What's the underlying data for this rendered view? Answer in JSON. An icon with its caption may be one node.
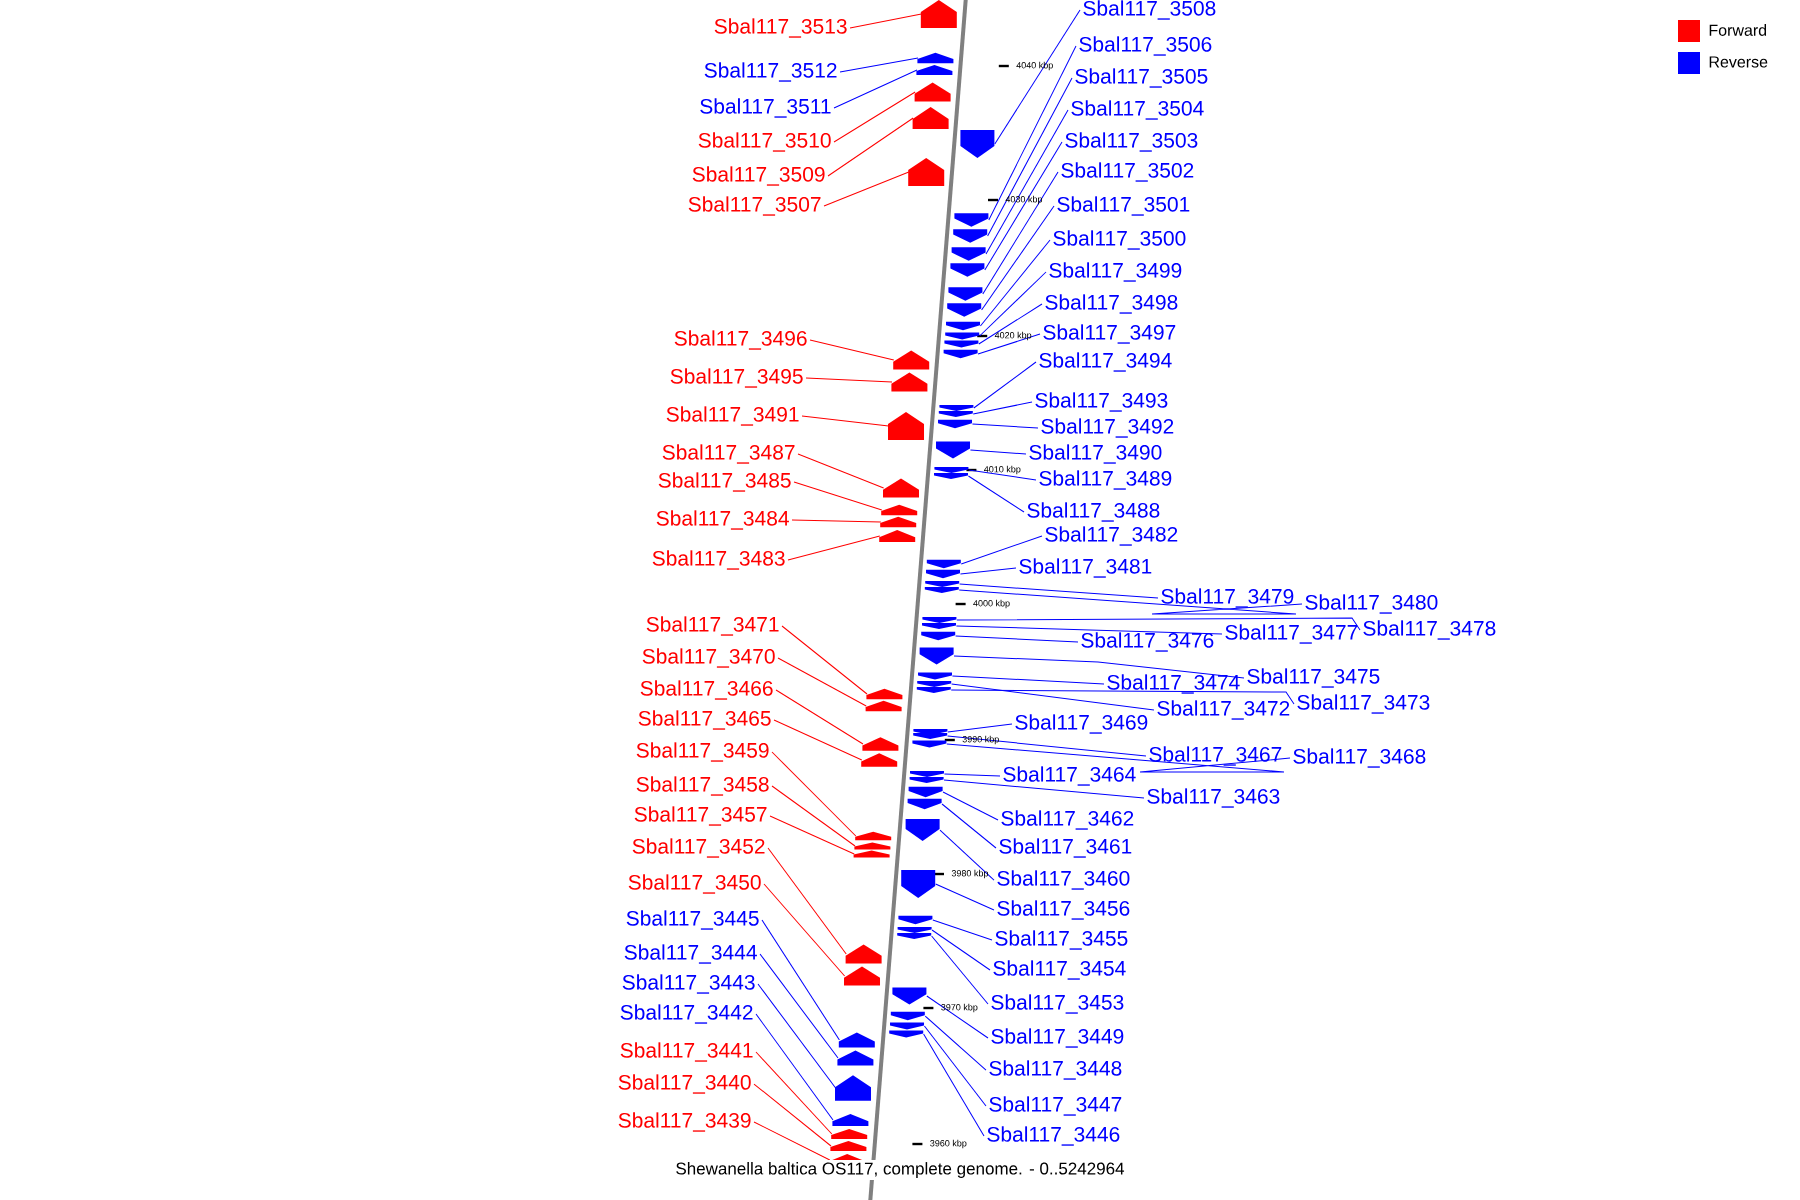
{
  "diagram": {
    "caption": "Shewanella baltica OS117, complete genome. - 0..5242964",
    "nodes": [
      {
        "text": [
          "Sbal117_3513"
        ]
      },
      {
        "text": [
          "Sbal117_3512"
        ]
      },
      {
        "text": [
          "Sbal117_3511"
        ]
      },
      {
        "text": [
          "Sbal117_3510"
        ]
      },
      {
        "text": [
          "Sbal117_3509"
        ]
      },
      {
        "text": [
          "Sbal117_3507"
        ]
      },
      {
        "text": [
          "Sbal117_3496"
        ]
      },
      {
        "text": [
          "Sbal117_3495"
        ]
      },
      {
        "text": [
          "Sbal117_3491"
        ]
      },
      {
        "text": [
          "Sbal117_3487"
        ]
      },
      {
        "text": [
          "Sbal117_3485"
        ]
      },
      {
        "text": [
          "Sbal117_3484"
        ]
      },
      {
        "text": [
          "Sbal117_3483"
        ]
      },
      {
        "text": [
          "Sbal117_3471"
        ]
      },
      {
        "text": [
          "Sbal117_3470"
        ]
      },
      {
        "text": [
          "Sbal117_3466"
        ]
      },
      {
        "text": [
          "Sbal117_3465"
        ]
      },
      {
        "text": [
          "Sbal117_3459"
        ]
      },
      {
        "text": [
          "Sbal117_3458"
        ]
      },
      {
        "text": [
          "Sbal117_3457"
        ]
      },
      {
        "text": [
          "Sbal117_3452"
        ]
      },
      {
        "text": [
          "Sbal117_3450"
        ]
      },
      {
        "text": [
          "Sbal117_3445"
        ]
      },
      {
        "text": [
          "Sbal117_3444"
        ]
      },
      {
        "text": [
          "Sbal117_3443"
        ]
      },
      {
        "text": [
          "Sbal117_3442"
        ]
      },
      {
        "text": [
          "Sbal117_3441"
        ]
      },
      {
        "text": [
          "Sbal117_3440"
        ]
      },
      {
        "text": [
          "Sbal117_3439"
        ]
      },
      {
        "text": [
          "Sbal117_3508"
        ]
      },
      {
        "text": [
          "Sbal117_3506"
        ]
      },
      {
        "text": [
          "Sbal117_3505"
        ]
      },
      {
        "text": [
          "Sbal117_3504"
        ]
      },
      {
        "text": [
          "Sbal117_3503"
        ]
      },
      {
        "text": [
          "Sbal117_3502"
        ]
      },
      {
        "text": [
          "Sbal117_3501"
        ]
      },
      {
        "text": [
          "Sbal117_3500"
        ]
      },
      {
        "text": [
          "Sbal117_3499"
        ]
      },
      {
        "text": [
          "Sbal117_3498"
        ]
      },
      {
        "text": [
          "Sbal117_3497"
        ]
      },
      {
        "text": [
          "Sbal117_3494"
        ]
      },
      {
        "text": [
          "Sbal117_3493"
        ]
      },
      {
        "text": [
          "Sbal117_3492"
        ]
      },
      {
        "text": [
          "Sbal117_3490"
        ]
      },
      {
        "text": [
          "Sbal117_3489"
        ]
      },
      {
        "text": [
          "Sbal117_3488"
        ]
      },
      {
        "text": [
          "Sbal117_3482"
        ]
      },
      {
        "text": [
          "Sbal117_3481"
        ]
      },
      {
        "text": [
          "Sbal117_3479"
        ]
      },
      {
        "text": [
          "Sbal117_3480"
        ]
      },
      {
        "text": [
          "Sbal117_3476"
        ]
      },
      {
        "text": [
          "Sbal117_3477"
        ]
      },
      {
        "text": [
          "Sbal117_3478"
        ]
      },
      {
        "text": [
          "Sbal117_3475"
        ]
      },
      {
        "text": [
          "Sbal117_3474"
        ]
      },
      {
        "text": [
          "Sbal117_3472"
        ]
      },
      {
        "text": [
          "Sbal117_3473"
        ]
      },
      {
        "text": [
          "Sbal117_3469"
        ]
      },
      {
        "text": [
          "Sbal117_3467"
        ]
      },
      {
        "text": [
          "Sbal117_3468"
        ]
      },
      {
        "text": [
          "Sbal117_3464"
        ]
      },
      {
        "text": [
          "Sbal117_3463"
        ]
      },
      {
        "text": [
          "Sbal117_3462"
        ]
      },
      {
        "text": [
          "Sbal117_3461"
        ]
      },
      {
        "text": [
          "Sbal117_3460"
        ]
      },
      {
        "text": [
          "Sbal117_3456"
        ]
      },
      {
        "text": [
          "Sbal117_3455"
        ]
      },
      {
        "text": [
          "Sbal117_3454"
        ]
      },
      {
        "text": [
          "Sbal117_3453"
        ]
      },
      {
        "text": [
          "Sbal117_3449"
        ]
      },
      {
        "text": [
          "Sbal117_3448"
        ]
      },
      {
        "text": [
          "Sbal117_3447"
        ]
      },
      {
        "text": [
          "Sbal117_3446"
        ]
      },
      {
        "text": [],
        "shape": "arrow"
      },
      {
        "text": [],
        "shape": "arrow"
      },
      {
        "text": [],
        "shape": "arrow"
      },
      {
        "text": [],
        "shape": "arrow"
      },
      {
        "text": [],
        "shape": "arrow"
      },
      {
        "text": [],
        "shape": "arrow"
      },
      {
        "text": [],
        "shape": "arrow"
      },
      {
        "text": [],
        "shape": "arrow"
      },
      {
        "text": [],
        "shape": "arrow"
      },
      {
        "text": [],
        "shape": "arrow"
      },
      {
        "text": [],
        "shape": "arrow"
      },
      {
        "text": [],
        "shape": "arrow"
      },
      {
        "text": [],
        "shape": "arrow"
      },
      {
        "text": [],
        "shape": "arrow"
      },
      {
        "text": [],
        "shape": "arrow"
      },
      {
        "text": [],
        "shape": "arrow"
      },
      {
        "text": [],
        "shape": "arrow"
      },
      {
        "text": [],
        "shape": "arrow"
      },
      {
        "text": [],
        "shape": "arrow"
      },
      {
        "text": [],
        "shape": "arrow"
      },
      {
        "text": [],
        "shape": "arrow"
      },
      {
        "text": [],
        "shape": "arrow"
      },
      {
        "text": [],
        "shape": "arrow"
      },
      {
        "text": [],
        "shape": "arrow"
      },
      {
        "text": [],
        "shape": "arrow"
      },
      {
        "text": [],
        "shape": "arrow"
      },
      {
        "text": [],
        "shape": "arrow"
      },
      {
        "text": [],
        "shape": "arrow"
      },
      {
        "text": [],
        "shape": "arrow"
      },
      {
        "text": [],
        "shape": "arrow"
      },
      {
        "text": [],
        "shape": "arrow"
      },
      {
        "text": [],
        "shape": "arrow"
      },
      {
        "text": [],
        "shape": "arrow"
      },
      {
        "text": [],
        "shape": "arrow"
      },
      {
        "text": [],
        "shape": "arrow"
      },
      {
        "text": [],
        "shape": "arrow"
      },
      {
        "text": [],
        "shape": "arrow"
      },
      {
        "text": [],
        "shape": "arrow"
      },
      {
        "text": [],
        "shape": "arrow"
      },
      {
        "text": [],
        "shape": "arrow"
      },
      {
        "text": [],
        "shape": "arrow"
      },
      {
        "text": [],
        "shape": "arrow"
      },
      {
        "text": [],
        "shape": "arrow"
      },
      {
        "text": [],
        "shape": "arrow"
      },
      {
        "text": [],
        "shape": "arrow"
      },
      {
        "text": [],
        "shape": "arrow"
      },
      {
        "text": [],
        "shape": "arrow"
      },
      {
        "text": [],
        "shape": "arrow"
      },
      {
        "text": [],
        "shape": "arrow"
      },
      {
        "text": [],
        "shape": "arrow"
      },
      {
        "text": [],
        "shape": "arrow"
      },
      {
        "text": [],
        "shape": "arrow"
      },
      {
        "text": [],
        "shape": "arrow"
      },
      {
        "text": [],
        "shape": "arrow"
      },
      {
        "text": [],
        "shape": "arrow"
      },
      {
        "text": [],
        "shape": "arrow"
      },
      {
        "text": [],
        "shape": "arrow"
      },
      {
        "text": [],
        "shape": "arrow"
      },
      {
        "text": [],
        "shape": "arrow"
      },
      {
        "text": [],
        "shape": "arrow"
      },
      {
        "text": [],
        "shape": "arrow"
      },
      {
        "text": [],
        "shape": "arrow"
      },
      {
        "text": [],
        "shape": "arrow"
      },
      {
        "text": [],
        "shape": "arrow"
      },
      {
        "text": [],
        "shape": "arrow"
      },
      {
        "text": [],
        "shape": "arrow"
      },
      {
        "text": [],
        "shape": "arrow"
      },
      {
        "text": [],
        "shape": "arrow"
      },
      {
        "text": [],
        "shape": "arrow"
      },
      {
        "text": [],
        "shape": "arrow"
      },
      {
        "text": [],
        "shape": "arrow"
      },
      {
        "text": [],
        "shape": "arrow"
      },
      {
        "text": [],
        "shape": "arrow"
      }
    ],
    "edges": [
      {
        "from": 0,
        "to": 73,
        "arrow": "none",
        "color": "#ff0000"
      },
      {
        "from": 1,
        "to": 74,
        "arrow": "none"
      },
      {
        "from": 2,
        "to": 75,
        "arrow": "none"
      },
      {
        "from": 3,
        "to": 76,
        "arrow": "none",
        "color": "#ff0000"
      },
      {
        "from": 4,
        "to": 77,
        "arrow": "none",
        "color": "#ff0000"
      },
      {
        "from": 5,
        "to": 78,
        "arrow": "none",
        "color": "#ff0000"
      },
      {
        "from": 6,
        "to": 79,
        "arrow": "none",
        "color": "#ff0000"
      },
      {
        "from": 7,
        "to": 80,
        "arrow": "none",
        "color": "#ff0000"
      },
      {
        "from": 8,
        "to": 81,
        "arrow": "none",
        "color": "#ff0000"
      },
      {
        "from": 9,
        "to": 82,
        "arrow": "none",
        "color": "#ff0000"
      },
      {
        "from": 10,
        "to": 83,
        "arrow": "none",
        "color": "#ff0000"
      },
      {
        "from": 11,
        "to": 84,
        "arrow": "none",
        "color": "#ff0000"
      },
      {
        "from": 12,
        "to": 85,
        "arrow": "none",
        "color": "#ff0000"
      },
      {
        "from": 13,
        "to": 86,
        "arrow": "none",
        "color": "#ff0000"
      },
      {
        "from": 14,
        "to": 87,
        "arrow": "none",
        "color": "#ff0000"
      },
      {
        "from": 15,
        "to": 88,
        "arrow": "none",
        "color": "#ff0000"
      },
      {
        "from": 16,
        "to": 89,
        "arrow": "none",
        "color": "#ff0000"
      },
      {
        "from": 17,
        "to": 90,
        "arrow": "none",
        "color": "#ff0000"
      },
      {
        "from": 18,
        "to": 91,
        "arrow": "none",
        "color": "#ff0000"
      },
      {
        "from": 19,
        "to": 92,
        "arrow": "none",
        "color": "#ff0000"
      },
      {
        "from": 20,
        "to": 93,
        "arrow": "none",
        "color": "#ff0000"
      },
      {
        "from": 21,
        "to": 94,
        "arrow": "none",
        "color": "#ff0000"
      },
      {
        "from": 22,
        "to": 95,
        "arrow": "none"
      },
      {
        "from": 23,
        "to": 96,
        "arrow": "none"
      },
      {
        "from": 24,
        "to": 97,
        "arrow": "none"
      },
      {
        "from": 25,
        "to": 98,
        "arrow": "none"
      },
      {
        "from": 26,
        "to": 99,
        "arrow": "none",
        "color": "#ff0000"
      },
      {
        "from": 27,
        "to": 100,
        "arrow": "none",
        "color": "#ff0000"
      },
      {
        "from": 28,
        "to": 101,
        "arrow": "none",
        "color": "#ff0000"
      },
      {
        "from": 29,
        "to": 102,
        "arrow": "none"
      },
      {
        "from": 30,
        "to": 103,
        "arrow": "none"
      },
      {
        "from": 31,
        "to": 104,
        "arrow": "none"
      },
      {
        "from": 32,
        "to": 105,
        "arrow": "none"
      },
      {
        "from": 33,
        "to": 106,
        "arrow": "none"
      },
      {
        "from": 34,
        "to": 107,
        "arrow": "none"
      },
      {
        "from": 35,
        "to": 108,
        "arrow": "none"
      },
      {
        "from": 36,
        "to": 109,
        "arrow": "none"
      },
      {
        "from": 37,
        "to": 110,
        "arrow": "none"
      },
      {
        "from": 38,
        "to": 111,
        "arrow": "none"
      },
      {
        "from": 39,
        "to": 112,
        "arrow": "none"
      },
      {
        "from": 40,
        "to": 113,
        "arrow": "none"
      },
      {
        "from": 41,
        "to": 114,
        "arrow": "none"
      },
      {
        "from": 42,
        "to": 115,
        "arrow": "none"
      },
      {
        "from": 43,
        "to": 116,
        "arrow": "none"
      },
      {
        "from": 44,
        "to": 117,
        "arrow": "none"
      },
      {
        "from": 45,
        "to": 118,
        "arrow": "none"
      },
      {
        "from": 46,
        "to": 119,
        "arrow": "none"
      },
      {
        "from": 47,
        "to": 120,
        "arrow": "none"
      },
      {
        "from": 48,
        "to": 121,
        "arrow": "none"
      },
      {
        "from": 49,
        "to": 122,
        "arrow": "none"
      },
      {
        "from": 50,
        "to": 123,
        "arrow": "none"
      },
      {
        "from": 51,
        "to": 124,
        "arrow": "none"
      },
      {
        "from": 52,
        "to": 125,
        "arrow": "none"
      },
      {
        "from": 53,
        "to": 126,
        "arrow": "none"
      },
      {
        "from": 54,
        "to": 127,
        "arrow": "none"
      },
      {
        "from": 55,
        "to": 128,
        "arrow": "none"
      },
      {
        "from": 56,
        "to": 129,
        "arrow": "none"
      },
      {
        "from": 57,
        "to": 130,
        "arrow": "none"
      },
      {
        "from": 58,
        "to": 131,
        "arrow": "none"
      },
      {
        "from": 59,
        "to": 132,
        "arrow": "none"
      },
      {
        "from": 60,
        "to": 133,
        "arrow": "none"
      },
      {
        "from": 61,
        "to": 134,
        "arrow": "none"
      },
      {
        "from": 62,
        "to": 135,
        "arrow": "none"
      },
      {
        "from": 63,
        "to": 136,
        "arrow": "none"
      },
      {
        "from": 64,
        "to": 137,
        "arrow": "none"
      },
      {
        "from": 65,
        "to": 138,
        "arrow": "none"
      },
      {
        "from": 66,
        "to": 139,
        "arrow": "none"
      },
      {
        "from": 67,
        "to": 140,
        "arrow": "none"
      },
      {
        "from": 68,
        "to": 141,
        "arrow": "none"
      },
      {
        "from": 69,
        "to": 142,
        "arrow": "none"
      },
      {
        "from": 70,
        "to": 143,
        "arrow": "none"
      },
      {
        "from": 71,
        "to": 144,
        "arrow": "none"
      },
      {
        "from": 72,
        "to": 145,
        "arrow": "none"
      }
    ],
    "labels": [
      "4040 kbp",
      "4030 kbp",
      "4020 kbp",
      "4010 kbp",
      "4000 kbp",
      "3990 kbp",
      "3980 kbp",
      "3970 kbp",
      "3960 kbp"
    ],
    "legend": [
      {
        "text": "Forward",
        "color": "#ff0000"
      },
      {
        "text": "Reverse",
        "color": "#0000ff"
      }
    ]
  }
}
